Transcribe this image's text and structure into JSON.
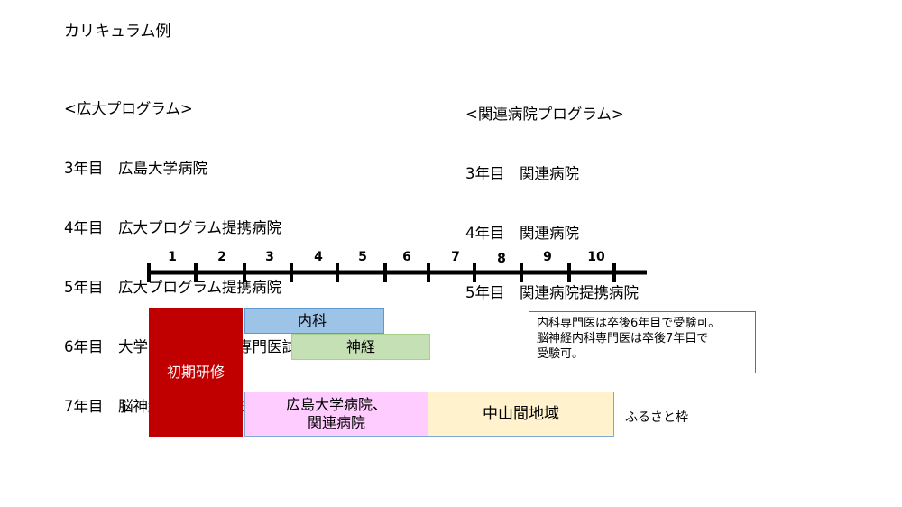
{
  "title": "カリキュラム例",
  "left_program": {
    "heading": "<広大プログラム>",
    "rows": [
      "3年目　広島大学病院",
      "4年目　広大プログラム提携病院",
      "5年目　広大プログラム提携病院",
      "6年目　大学院進学、内科専門医試験",
      "7年目　脳神経内科専門医試験"
    ]
  },
  "right_program": {
    "heading": "<関連病院プログラム>",
    "rows": [
      "3年目　関連病院",
      "4年目　関連病院",
      "5年目　関連病院提携病院"
    ]
  },
  "timeline": {
    "years": [
      "1",
      "2",
      "3",
      "4",
      "5",
      "6",
      "7",
      "8",
      "9",
      "10"
    ]
  },
  "bars": {
    "initial_training": "初期研修",
    "internal_medicine": "内科",
    "neurology": "神経",
    "hiroshima_hospitals": "広島大学病院、\n関連病院",
    "chusankan": "中山間地域"
  },
  "colors": {
    "initial_training": "#c00000",
    "internal_medicine": "#9dc3e6",
    "neurology": "#c5e0b4",
    "hiroshima_hospitals": "#ffccff",
    "chusankan": "#fff2cc",
    "note_border": "#4472c4"
  },
  "note": "内科専門医は卒後6年目で受験可。\n脳神経内科専門医は卒後7年目で\n受験可。",
  "side_label": "ふるさと枠"
}
